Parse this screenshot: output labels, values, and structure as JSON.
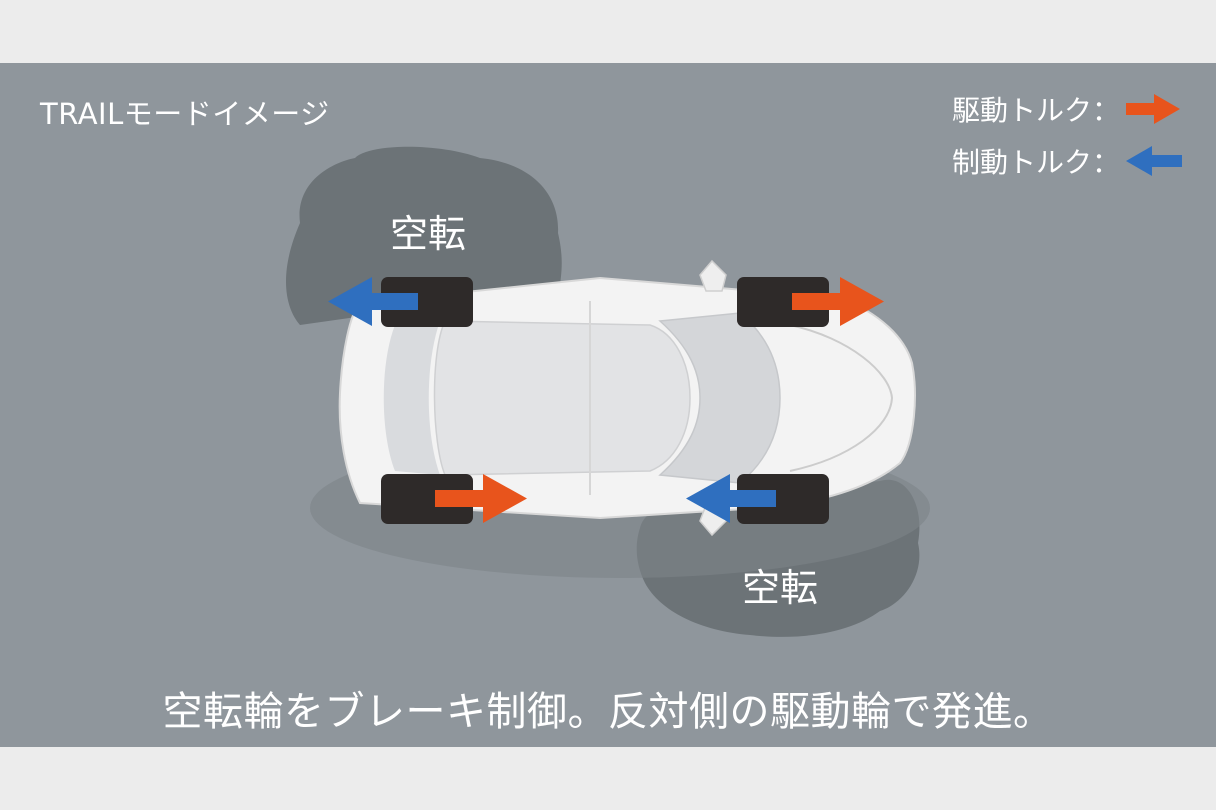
{
  "title": "TRAILモードイメージ",
  "legend": {
    "drive_label": "駆動トルク：",
    "brake_label": "制動トルク："
  },
  "spin_labels": [
    "空転",
    "空転"
  ],
  "caption": "空転輪をブレーキ制御。反対側の駆動輪で発進。",
  "colors": {
    "background": "#ececec",
    "panel": "#8f969c",
    "spin_area": "#6c7377",
    "drive_torque": "#e8541c",
    "brake_torque": "#2f6fbf",
    "tire": "#2e2a29",
    "car_body": "#f2f2f2"
  }
}
